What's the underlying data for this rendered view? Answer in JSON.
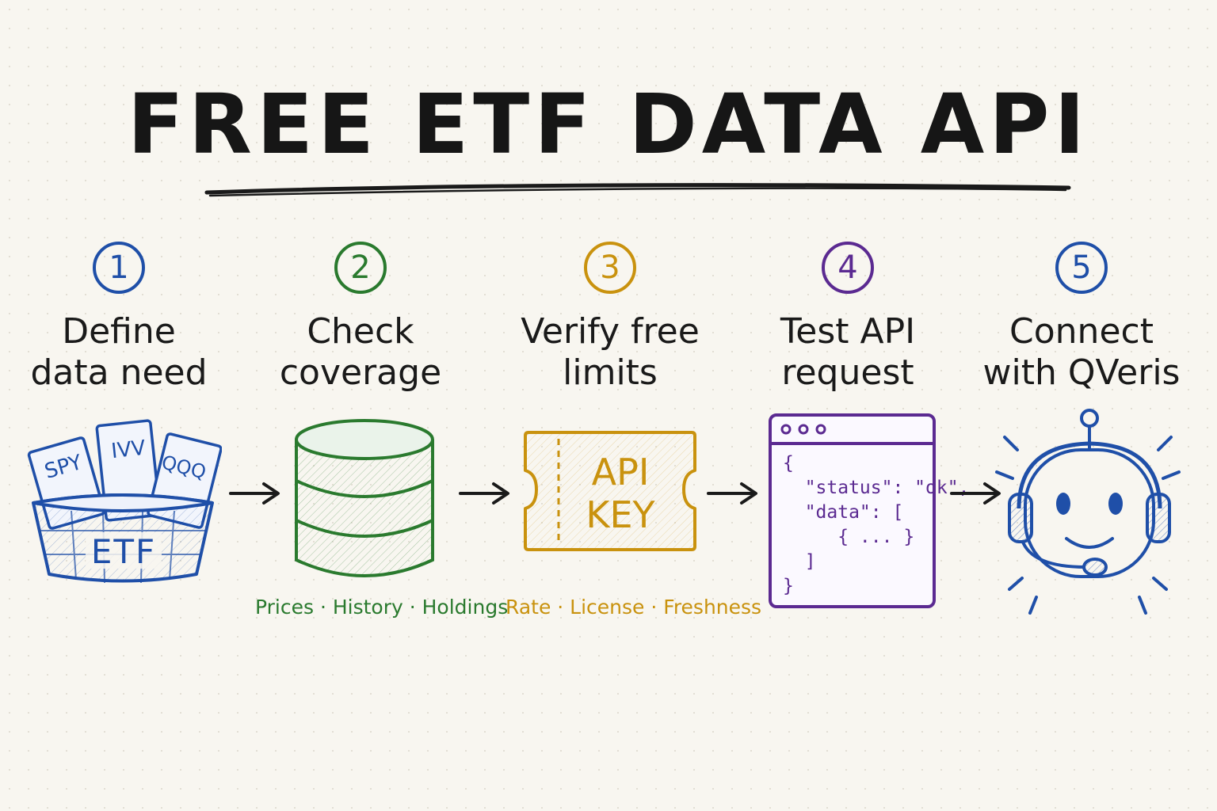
{
  "title": "FREE ETF DATA API",
  "colors": {
    "blue": "#1f4fa8",
    "green": "#2a7a2e",
    "gold": "#c9920e",
    "purple": "#5b2a91",
    "ink": "#1a1a1a"
  },
  "steps": [
    {
      "number": "1",
      "line1": "Define",
      "line2": "data need",
      "color": "#1f4fa8",
      "icon": "etf-basket-icon"
    },
    {
      "number": "2",
      "line1": "Check",
      "line2": "coverage",
      "color": "#2a7a2e",
      "icon": "database-icon"
    },
    {
      "number": "3",
      "line1": "Verify free",
      "line2": "limits",
      "color": "#c9920e",
      "icon": "api-key-ticket-icon"
    },
    {
      "number": "4",
      "line1": "Test API",
      "line2": "request",
      "color": "#5b2a91",
      "icon": "browser-window-icon"
    },
    {
      "number": "5",
      "line1": "Connect",
      "line2": "with QVeris",
      "color": "#1f4fa8",
      "icon": "robot-headset-icon"
    }
  ],
  "basket": {
    "tickers": [
      "SPY",
      "IVV",
      "QQQ"
    ],
    "label": "ETF"
  },
  "ticket": {
    "line1": "API",
    "line2": "KEY"
  },
  "code_lines": [
    "{",
    "  \"status\": \"ok\",",
    "  \"data\": [",
    "     { ... }",
    "  ]",
    "}"
  ],
  "captions": {
    "coverage": "Prices · History · Holdings",
    "limits": "Rate · License · Freshness"
  }
}
